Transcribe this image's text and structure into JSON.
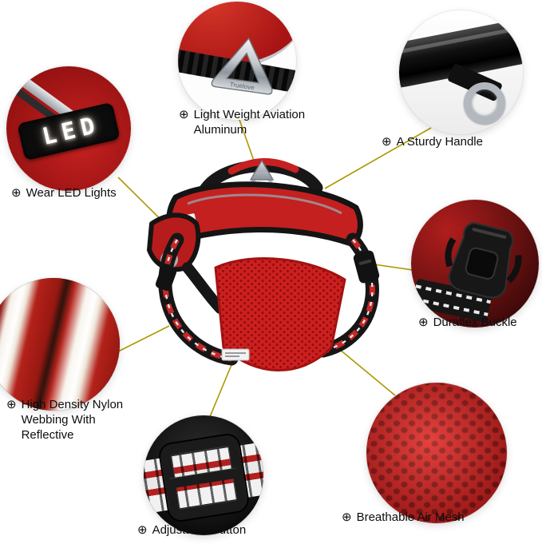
{
  "image_kind": "product-feature-callout-diagram",
  "brand": {
    "logo_text": "Truelove",
    "led_text": "LED"
  },
  "colors": {
    "background": "#ffffff",
    "harness_red": "#c42020",
    "connector_gold": "#ab9900",
    "label_text": "#0d0d0d",
    "mesh_red": "#d21717",
    "metal_gray": "#b2b8be"
  },
  "callouts": [
    {
      "id": "aluminum",
      "symbol": "⊕",
      "label": "Light Weight Aviation Aluminum"
    },
    {
      "id": "handle",
      "symbol": "⊕",
      "label": "A Sturdy Handle"
    },
    {
      "id": "led",
      "symbol": "⊕",
      "label": "Wear LED Lights"
    },
    {
      "id": "buckle",
      "symbol": "⊕",
      "label": "Duraflex Buckle"
    },
    {
      "id": "webbing",
      "symbol": "⊕",
      "label": "High Density Nylon Webbing With Reflective"
    },
    {
      "id": "adjustable",
      "symbol": "⊕",
      "label": "Adjustable Button"
    },
    {
      "id": "mesh",
      "symbol": "⊕",
      "label": "Breathable Air Mesh"
    }
  ]
}
